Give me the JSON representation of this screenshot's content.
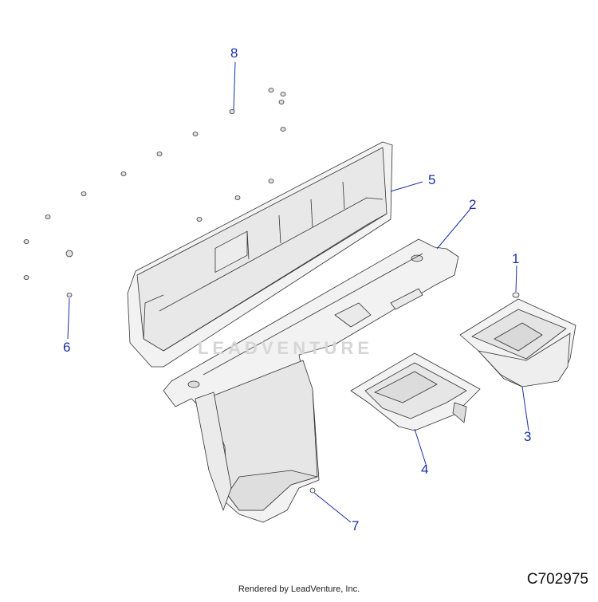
{
  "callouts": {
    "c1": "1",
    "c2": "2",
    "c3": "3",
    "c4": "4",
    "c5": "5",
    "c6": "6",
    "c7": "7",
    "c8": "8"
  },
  "diagram_id": "C702975",
  "credit": "Rendered by LeadVenture, Inc.",
  "watermark": "LEADVENTURE",
  "colors": {
    "callout": "#1a2fa8",
    "line": "#333333",
    "fill": "#f2f2f2"
  }
}
